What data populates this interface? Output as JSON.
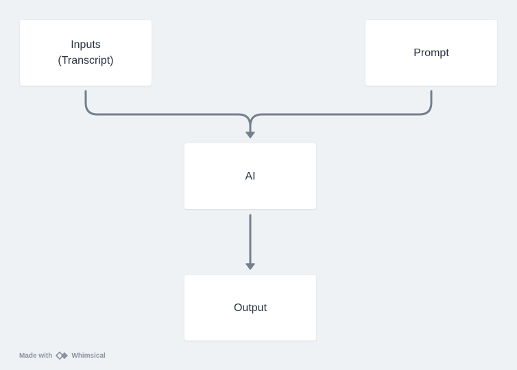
{
  "diagram": {
    "nodes": {
      "inputs": {
        "line1": "Inputs",
        "line2": "(Transcript)"
      },
      "prompt": {
        "label": "Prompt"
      },
      "ai": {
        "label": "AI"
      },
      "output": {
        "label": "Output"
      }
    },
    "edges": [
      {
        "from": "inputs",
        "to": "ai"
      },
      {
        "from": "prompt",
        "to": "ai"
      },
      {
        "from": "ai",
        "to": "output"
      }
    ]
  },
  "footer": {
    "made_with": "Made with",
    "brand": "Whimsical"
  },
  "colors": {
    "background": "#eff2f5",
    "node_fill": "#ffffff",
    "connector": "#747f8e",
    "text": "#2a323f",
    "footer_text": "#8a939f"
  }
}
